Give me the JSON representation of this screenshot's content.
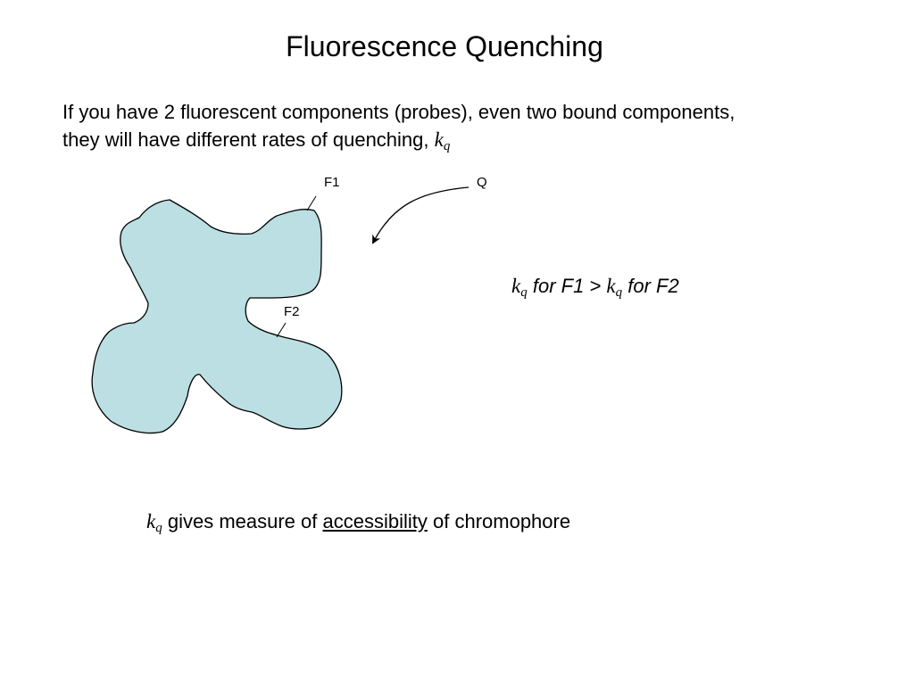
{
  "title": "Fluorescence Quenching",
  "intro": {
    "text": "If you have 2 fluorescent components (probes), even two bound components, they will have different rates of quenching,",
    "symbol": "k",
    "subscript": "q"
  },
  "diagram": {
    "colors": {
      "protein_fill": "#bbdfe2",
      "outline": "#000000"
    },
    "labels": {
      "f1": "F1",
      "q": "Q",
      "f2": "F2"
    }
  },
  "comparison": {
    "sym1": "k",
    "sub1": "q",
    "text1": "for F1 >",
    "sym2": "k",
    "sub2": "q",
    "text2": "for F2"
  },
  "conclusion": {
    "symbol": "k",
    "subscript": "q",
    "text_before": "gives measure of",
    "emphasis": "accessibility",
    "text_after": "of chromophore"
  }
}
